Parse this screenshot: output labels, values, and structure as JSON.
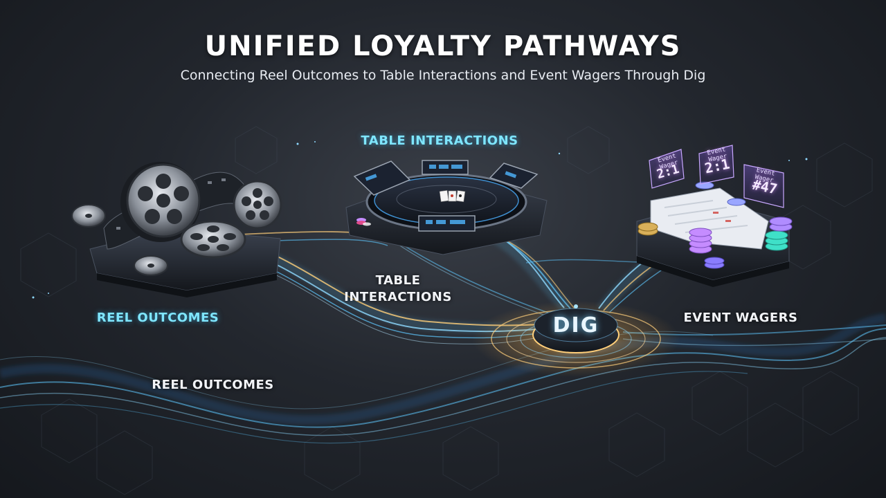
{
  "header": {
    "title": "UNIFIED LOYALTY PATHWAYS",
    "subtitle": "Connecting Reel Outcomes to Table Interactions and Event Wagers Through Dig"
  },
  "labels": {
    "table_interactions_top": "TABLE INTERACTIONS",
    "table_interactions_mid": "TABLE INTERACTIONS",
    "reel_outcomes_left": "REEL OUTCOMES",
    "event_wagers": "EVENT WAGERS",
    "reel_outcomes_low": "REEL OUTCOMES"
  },
  "hub": {
    "label": "DIG"
  },
  "event_cards": [
    {
      "small": "Event Wager",
      "big": "2:1"
    },
    {
      "small": "Event Wager",
      "big": "2:1"
    },
    {
      "small": "Event Wager",
      "big": "#47"
    }
  ],
  "colors": {
    "flow_blue": "#5ec8ff",
    "flow_gold": "#ffcf7a",
    "label_cyan": "#7fe6ff",
    "chip_purple": "#c58cff",
    "chip_teal": "#3fe0c8"
  },
  "icons": [
    "film-reel-icon",
    "poker-table-icon",
    "playing-cards-icon",
    "betting-chips-icon",
    "bet-slip-icon"
  ]
}
